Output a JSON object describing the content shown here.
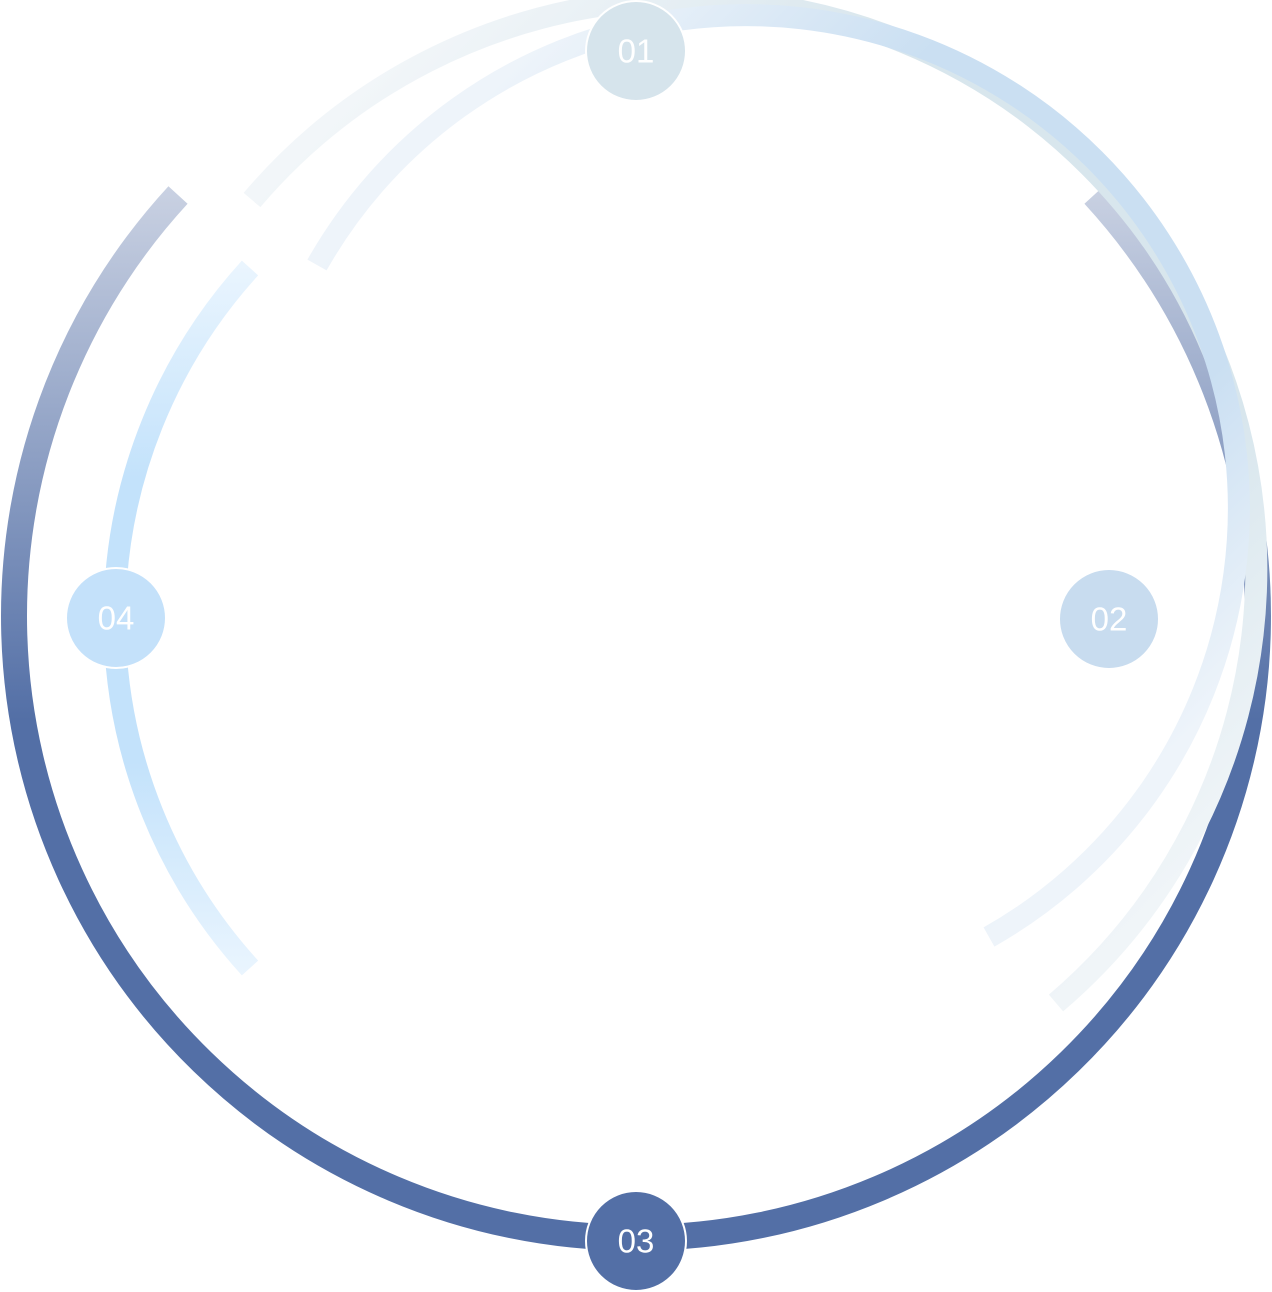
{
  "diagram": {
    "type": "concentric-cycle",
    "nodes": [
      {
        "id": "01",
        "label": "01",
        "color": "#d6e4ec",
        "position": "top"
      },
      {
        "id": "02",
        "label": "02",
        "color": "#c8dcef",
        "position": "right"
      },
      {
        "id": "03",
        "label": "03",
        "color": "#536fa6",
        "position": "bottom"
      },
      {
        "id": "04",
        "label": "04",
        "color": "#c4e1fa",
        "position": "left"
      }
    ],
    "arcs": [
      {
        "id": "arc-01",
        "color": "#d8e6ed",
        "fade_color": "#f2f6f9"
      },
      {
        "id": "arc-02",
        "color": "#cadff2",
        "fade_color": "#eef4fa"
      },
      {
        "id": "arc-03",
        "color": "#536fa6",
        "fade_color": "#c9d1e2"
      },
      {
        "id": "arc-04",
        "color": "#c3e2fb",
        "fade_color": "#eaf5fe"
      }
    ]
  }
}
